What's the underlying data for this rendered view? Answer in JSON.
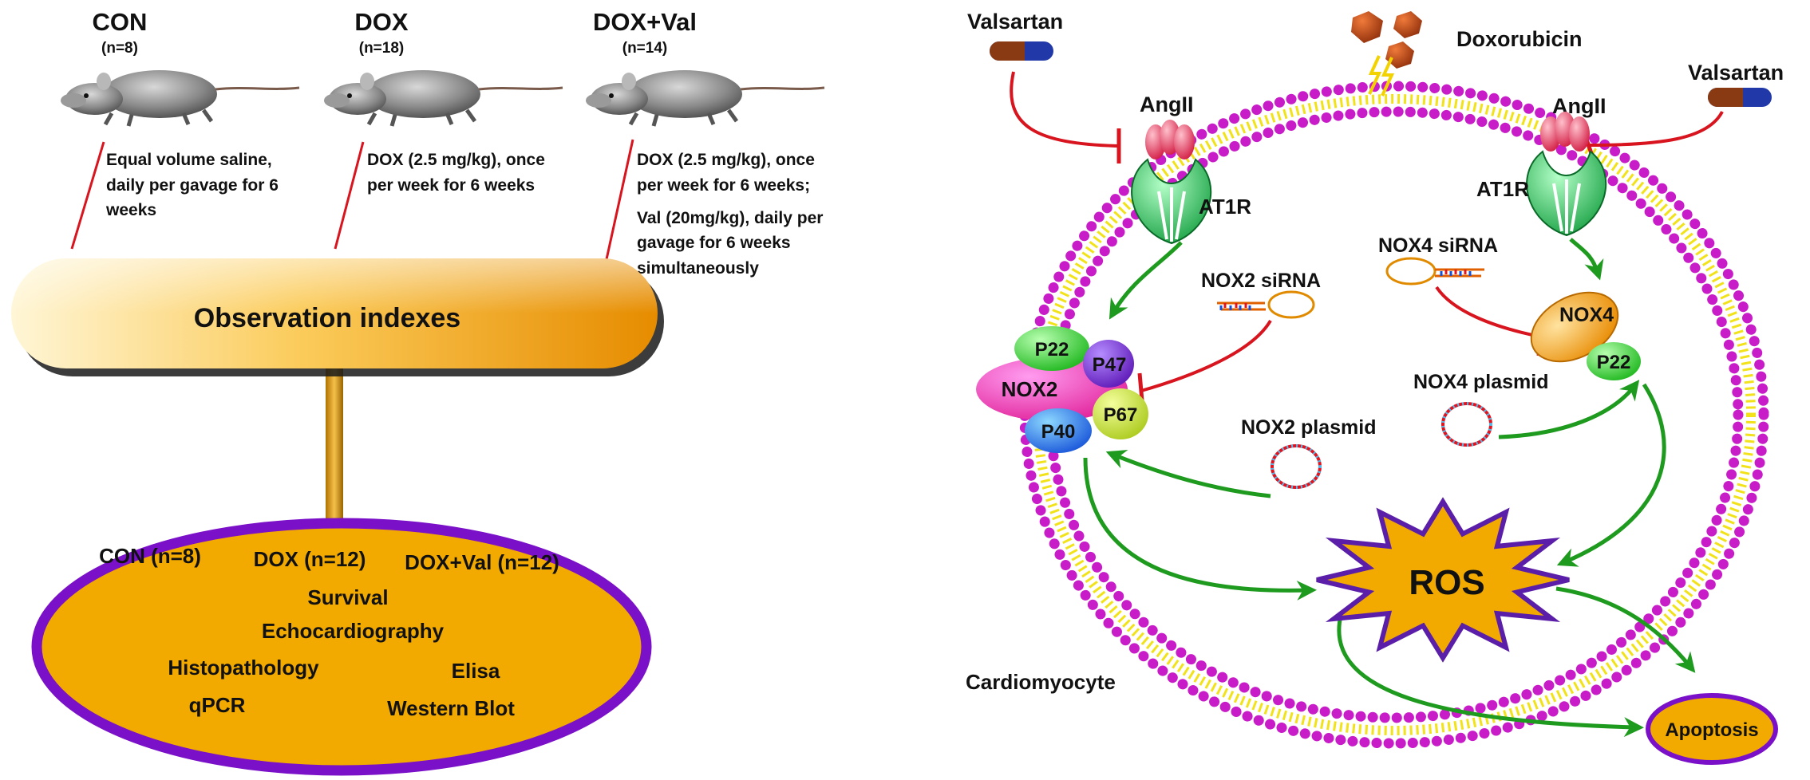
{
  "left": {
    "groups": [
      {
        "name": "CON",
        "n": "(n=8)",
        "protocol": [
          "Equal volume saline,",
          "daily per gavage for 6",
          "weeks"
        ]
      },
      {
        "name": "DOX",
        "n": "(n=18)",
        "protocol": [
          "DOX (2.5 mg/kg), once",
          "per week for 6 weeks"
        ]
      },
      {
        "name": "DOX+Val",
        "n": "(n=14)",
        "protocol": [
          "DOX (2.5 mg/kg), once",
          "per week for 6 weeks;",
          "Val (20mg/kg), daily per",
          "gavage for 6 weeks",
          "simultaneously"
        ]
      }
    ],
    "banner": "Observation indexes",
    "oval": {
      "counts": [
        "CON (n=8)",
        "DOX (n=12)",
        "DOX+Val (n=12)"
      ],
      "survival": "Survival",
      "echo": "Echocardiography",
      "histo": "Histopathology",
      "elisa": "Elisa",
      "qpcr": "qPCR",
      "western": "Western Blot"
    }
  },
  "right": {
    "valsartan_left": "Valsartan",
    "valsartan_right": "Valsartan",
    "doxorubicin": "Doxorubicin",
    "angII_left": "AngII",
    "angII_right": "AngII",
    "at1r_left": "AT1R",
    "at1r_right": "AT1R",
    "nox2_sirna": "NOX2 siRNA",
    "nox4_sirna": "NOX4 siRNA",
    "nox4_plasmid": "NOX4 plasmid",
    "nox2_plasmid": "NOX2 plasmid",
    "complex": {
      "p22": "P22",
      "p47": "P47",
      "nox2": "NOX2",
      "p67": "P67",
      "p40": "P40"
    },
    "nox4": "NOX4",
    "p22_right": "P22",
    "ros": "ROS",
    "cardiomyocyte": "Cardiomyocyte",
    "apoptosis": "Apoptosis"
  },
  "colors": {
    "gold": "#F2A900",
    "oval_border": "#7A10C8",
    "inhibit": "#D8141E",
    "activate": "#1E9A1E",
    "membrane_head": "#C81CC8",
    "membrane_tail": "#F2E21A"
  }
}
